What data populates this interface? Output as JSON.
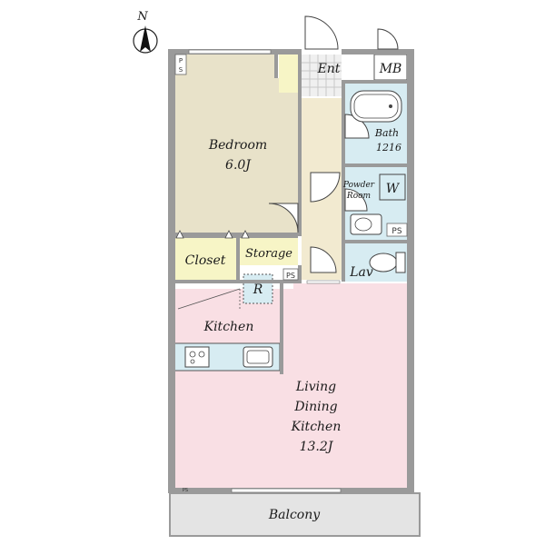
{
  "compass": {
    "label": "N"
  },
  "rooms": {
    "bedroom": {
      "name": "Bedroom",
      "size": "6.0J"
    },
    "ldk": {
      "line1": "Living",
      "line2": "Dining",
      "line3": "Kitchen",
      "size": "13.2J"
    },
    "kitchen": {
      "name": "Kitchen"
    },
    "closet": {
      "name": "Closet"
    },
    "storage": {
      "name": "Storage"
    },
    "bath": {
      "name": "Bath",
      "size": "1216"
    },
    "powder_room": {
      "line1": "Powder",
      "line2": "Room"
    },
    "lav": {
      "name": "Lav"
    },
    "entrance": {
      "name": "Ent"
    },
    "balcony": {
      "name": "Balcony"
    }
  },
  "fixtures": {
    "washer": "W",
    "refrigerator": "R",
    "meter_box": "MB",
    "pipe_space_bedroom": {
      "top": "P",
      "bottom": "S"
    },
    "pipe_space_bath": "PS",
    "pipe_space_storage": "PS",
    "pipe_space_balcony": "PS"
  },
  "colors": {
    "wall": "#9a9a9a",
    "bedroom": "#e8e2c9",
    "ldk": "#f9dfe4",
    "wet_area": "#d7ecf2",
    "corridor": "#f2ead0",
    "closet": "#f7f5c6",
    "balcony": "#e4e4e4"
  }
}
